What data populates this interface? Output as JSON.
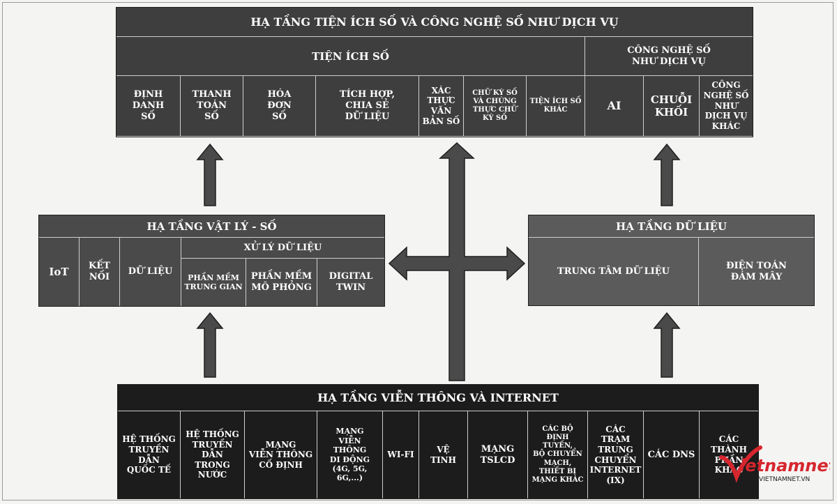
{
  "top": {
    "title": "HẠ TẦNG TIỆN ÍCH SỐ VÀ CÔNG NGHỆ SỐ NHƯ DỊCH VỤ",
    "tien_ich_header": "TIỆN ÍCH SỐ",
    "cong_nghe_header": "CÔNG NGHỆ SỐ\nNHƯ DỊCH VỤ",
    "cells": [
      "ĐỊNH\nDANH\nSỐ",
      "THANH\nTOÁN\nSỐ",
      "HÓA\nĐƠN\nSỐ",
      "TÍCH HỢP,\nCHIA SẺ\nDỮ LIỆU",
      "XÁC\nTHỰC\nVĂN\nBẢN SỐ",
      "CHỮ KÝ SỐ\nVÀ CHỨNG\nTHỰC CHỮ\nKÝ SỐ",
      "TIỆN ÍCH SỐ\nKHÁC",
      "AI",
      "CHUỖI\nKHỐI",
      "CÔNG\nNGHỆ SỐ\nNHƯ\nDỊCH VỤ\nKHÁC"
    ]
  },
  "physical": {
    "title": "HẠ TẦNG VẬT LÝ - SỐ",
    "iot": "IoT",
    "ket_noi": "KẾT\nNỐI",
    "du_lieu": "DỮ LIỆU",
    "xu_ly_header": "XỬ LÝ DỮ LIỆU",
    "sub": [
      "PHẦN MỀM\nTRUNG GIAN",
      "PHẦN MỀM\nMÔ PHỎNG",
      "DIGITAL\nTWIN"
    ]
  },
  "data_infra": {
    "title": "HẠ TẦNG DỮ LIỆU",
    "cells": [
      "TRUNG TÂM DỮ LIỆU",
      "ĐIỆN TOÁN\nĐÁM MÂY"
    ]
  },
  "telecom": {
    "title": "HẠ TẦNG VIỄN THÔNG VÀ INTERNET",
    "cells": [
      "HỆ THỐNG\nTRUYỀN\nDẪN\nQUỐC TẾ",
      "HỆ THỐNG\nTRUYỀN\nDẪN\nTRONG\nNƯỚC",
      "MẠNG\nVIỄN THÔNG\nCỐ ĐỊNH",
      "MẠNG\nVIỄN\nTHÔNG\nDI ĐỘNG\n(4G, 5G,\n6G,...)",
      "WI-FI",
      "VỆ\nTINH",
      "MẠNG\nTSLCD",
      "CÁC BỘ\nĐỊNH\nTUYẾN,\nBỘ CHUYỂN\nMẠCH,\nTHIẾT BỊ\nMẠNG KHÁC",
      "CÁC\nTRẠM\nTRUNG\nCHUYỂN\nINTERNET\n(IX)",
      "CÁC DNS",
      "CÁC\nTHÀNH\nPHẦN\nKHÁC"
    ]
  },
  "watermark": {
    "brand": "vietnamnet",
    "url": "VIETNAMNET.VN",
    "brand_color": "#d6262e"
  }
}
